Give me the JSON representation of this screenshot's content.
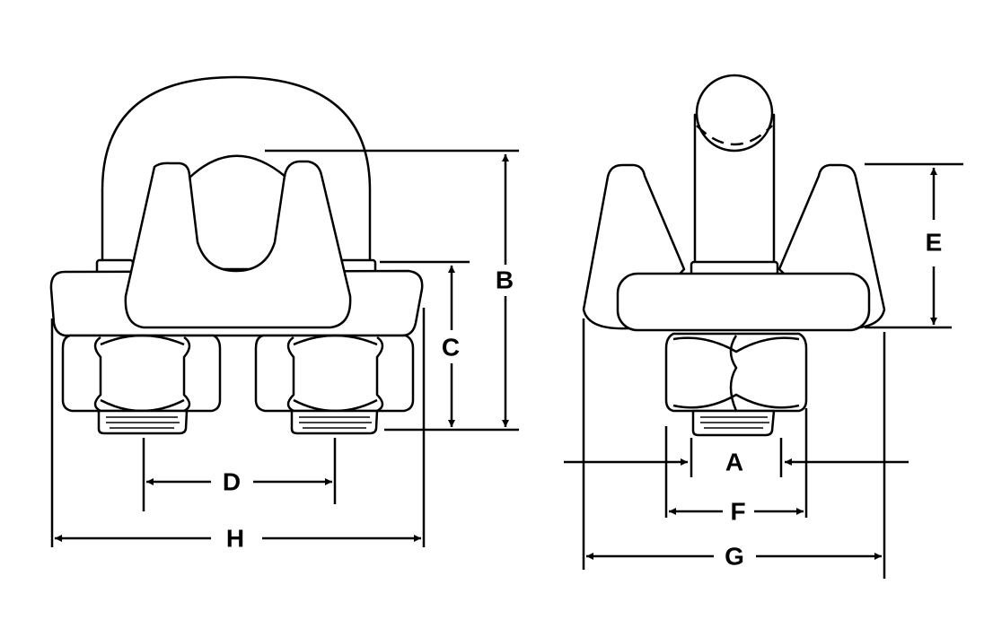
{
  "diagram": {
    "subject_views": [
      "front-view",
      "side-view"
    ],
    "dimension_labels": {
      "A": "A",
      "B": "B",
      "C": "C",
      "D": "D",
      "E": "E",
      "F": "F",
      "G": "G",
      "H": "H"
    },
    "line_color": "#000000",
    "fill_color": "#ffffff"
  }
}
